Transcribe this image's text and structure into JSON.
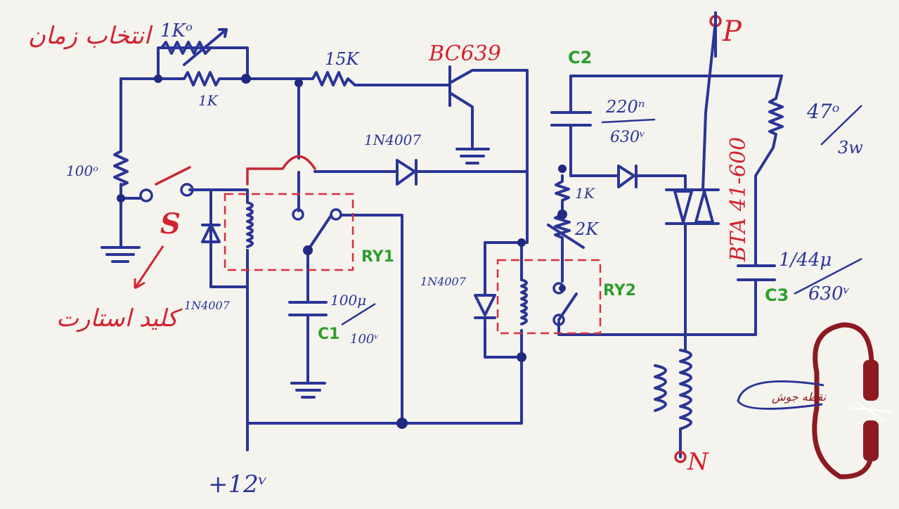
{
  "labels": {
    "time_select": "انتخاب زمان",
    "start_key": "کلید استارت",
    "spot_welding_tip": "نقطه جوش",
    "pot_1k": "1Kᵒ",
    "r_1k": "1K",
    "r_15k": "15K",
    "r_100": "100ᵒ",
    "switch_s": "S",
    "transistor": "BC639",
    "diode_1": "1N4007",
    "diode_2": "1N4007",
    "diode_3": "1N4007",
    "relay_1": "RY1",
    "relay_2": "RY2",
    "c1": "C1",
    "c1_value": "100μ",
    "c1_voltage": "100ᵛ",
    "c2": "C2",
    "c2_value": "220ⁿ",
    "c2_voltage": "630ᵛ",
    "c3": "C3",
    "c3_value": "1/44μ",
    "c3_voltage": "630ᵛ",
    "r_1k_b": "1K",
    "r_2k": "2K",
    "r_47": "47ᵒ",
    "r_47_watt": "3w",
    "triac": "BTA 41-600",
    "supply": "+12ᵛ",
    "terminal_p": "P",
    "terminal_n": "N"
  },
  "colors": {
    "ink_blue": "#2a3596",
    "ink_red": "#d3232f",
    "ink_green": "#2e9e2e",
    "ink_maroon": "#8c1a22",
    "paper": "#f4f3ee"
  }
}
